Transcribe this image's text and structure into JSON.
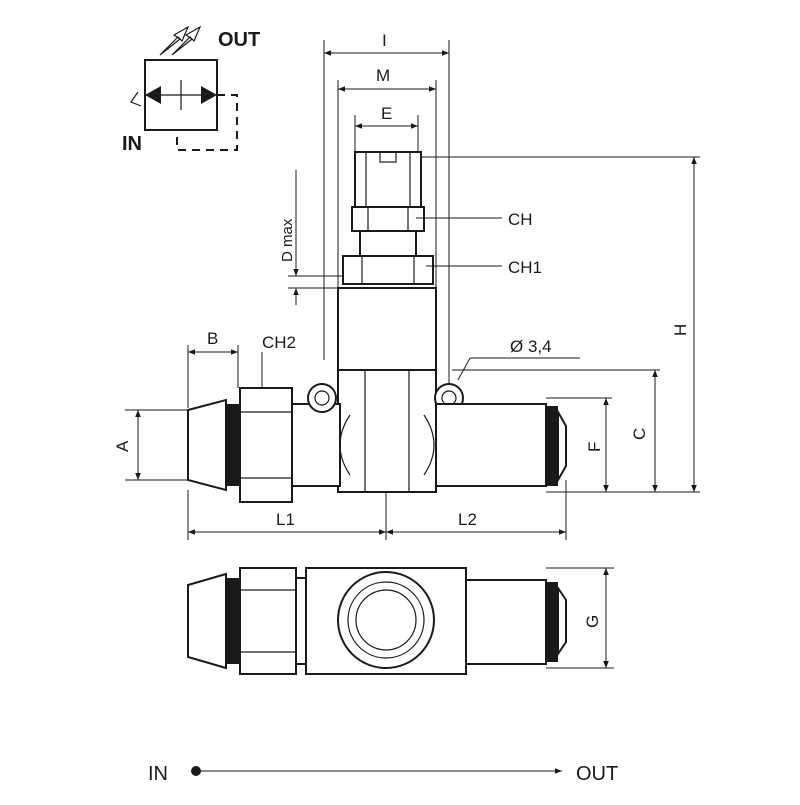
{
  "symbol": {
    "out_label": "OUT",
    "in_label": "IN"
  },
  "dimensions": {
    "I": "I",
    "M": "M",
    "E": "E",
    "CH": "CH",
    "CH1": "CH1",
    "CH2": "CH2",
    "D_max": "D max",
    "B": "B",
    "A": "A",
    "diameter": "Ø 3,4",
    "F": "F",
    "C": "C",
    "H": "H",
    "L1": "L1",
    "L2": "L2",
    "G": "G"
  },
  "flow": {
    "in_label": "IN",
    "out_label": "OUT"
  }
}
